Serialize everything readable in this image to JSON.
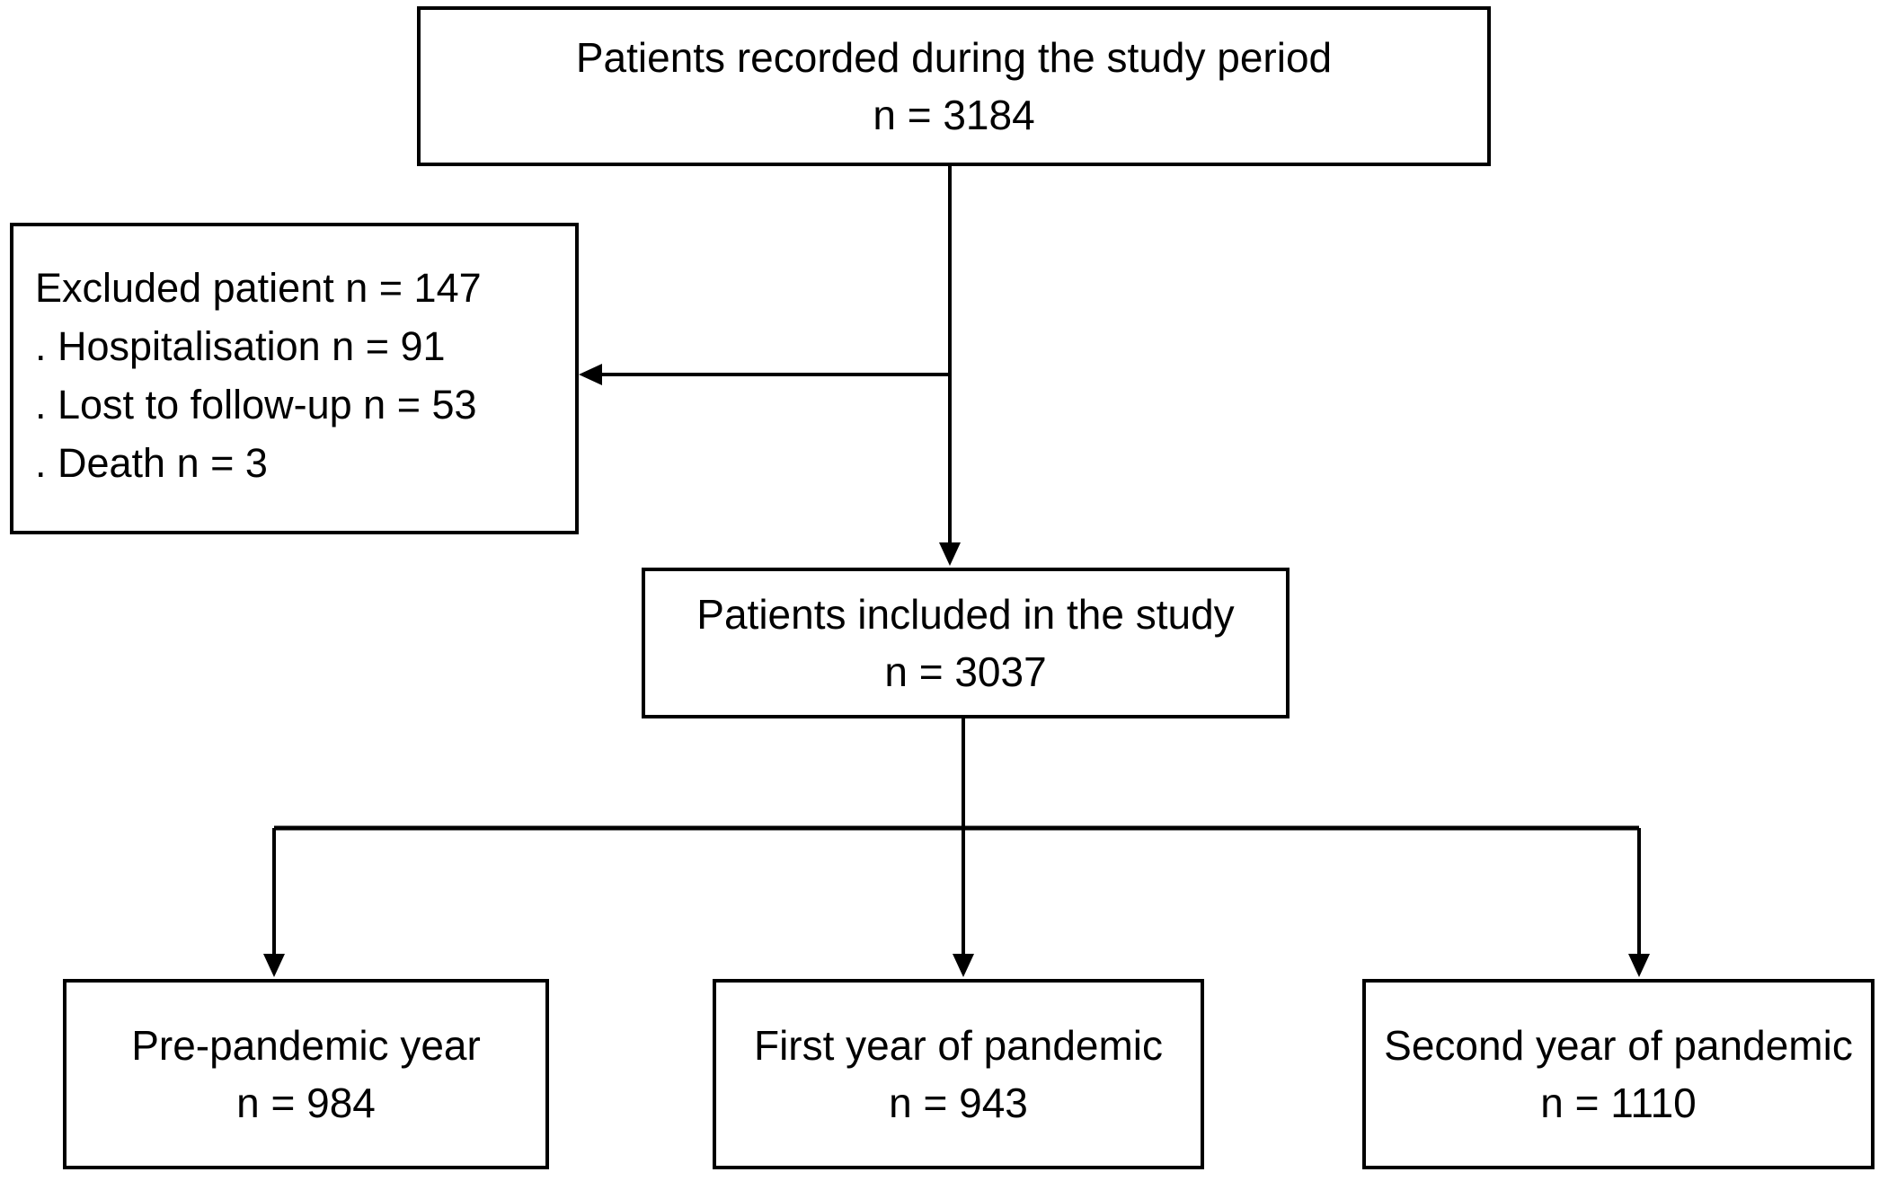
{
  "diagram": {
    "type": "patient-flow-chart",
    "boxes": {
      "recorded": {
        "label": "Patients recorded during the study period",
        "count": "n = 3184"
      },
      "excluded": {
        "title": "Excluded patient n = 147",
        "items": [
          ". Hospitalisation n = 91",
          ". Lost to follow-up n = 53",
          ". Death n = 3"
        ]
      },
      "included": {
        "label": "Patients included in the study",
        "count": "n = 3037"
      },
      "pre_pandemic": {
        "label": "Pre-pandemic year",
        "count": "n = 984"
      },
      "first_year": {
        "label": "First year of pandemic",
        "count": "n = 943"
      },
      "second_year": {
        "label": "Second year of pandemic",
        "count": "n = 1110"
      }
    },
    "colors": {
      "line": "#000000",
      "text": "#000000",
      "background": "#ffffff"
    }
  }
}
